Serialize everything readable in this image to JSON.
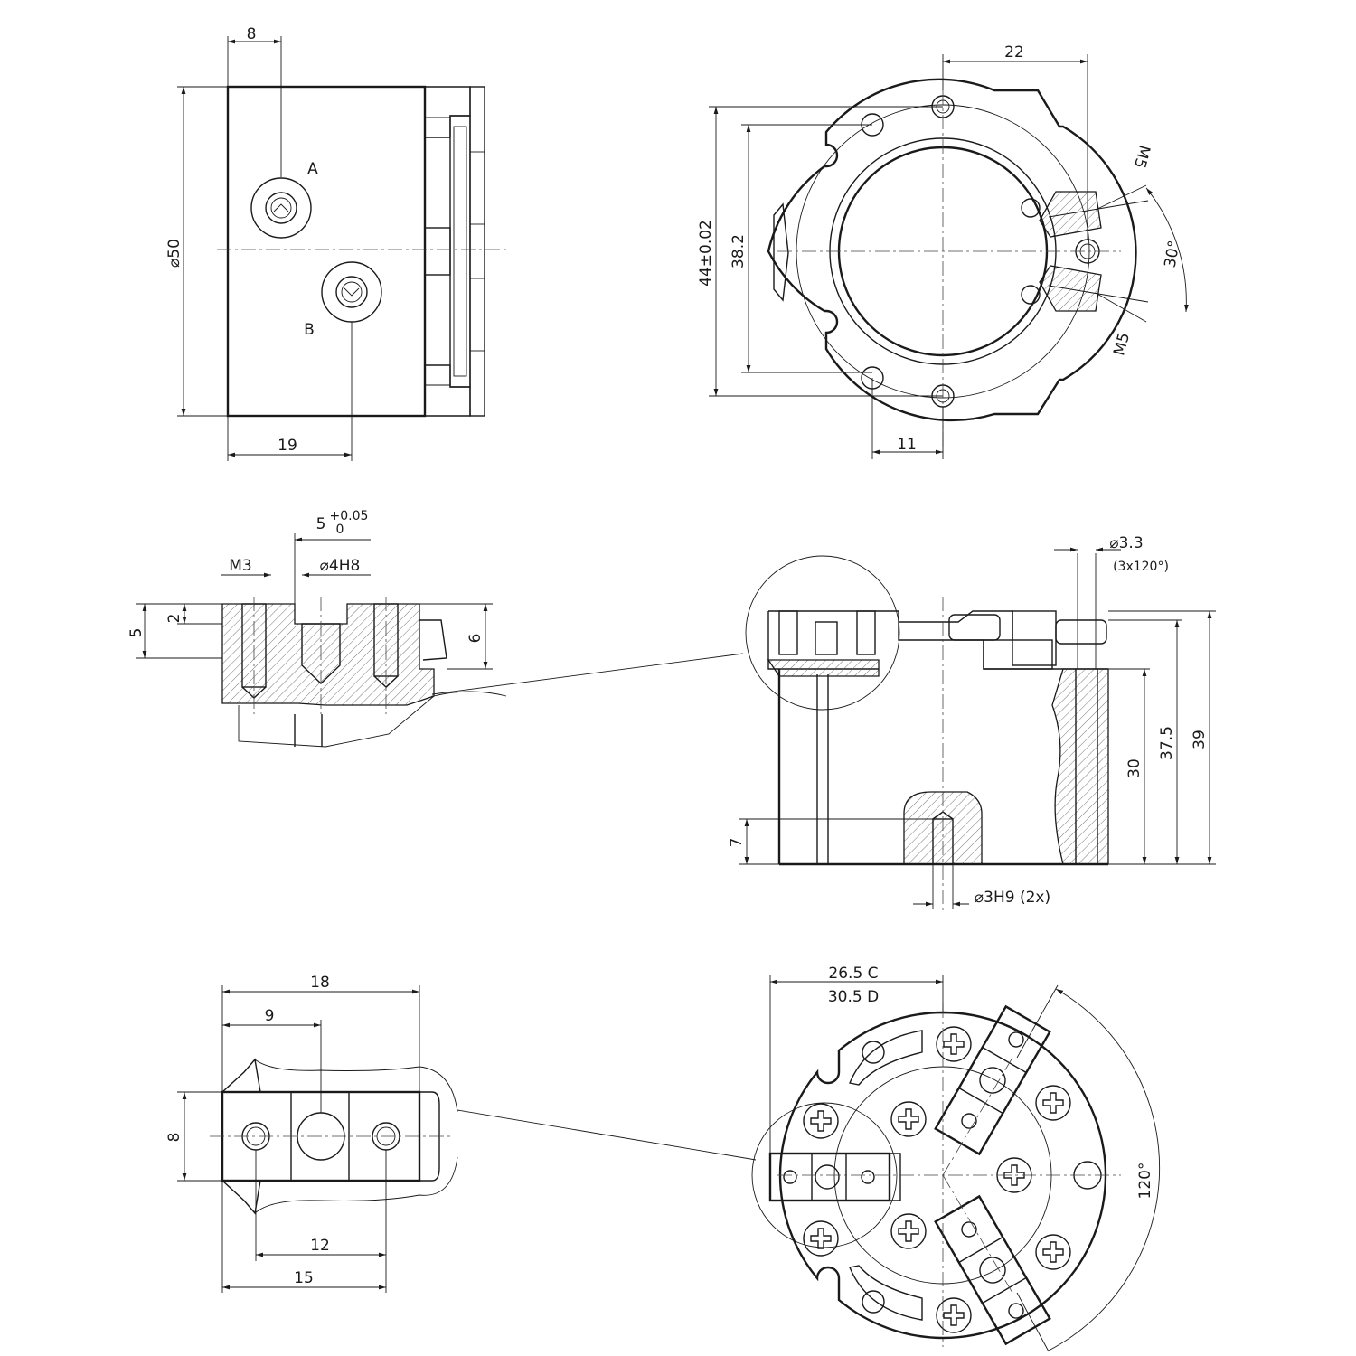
{
  "views": {
    "side": {
      "d8": "8",
      "d50": "⌀50",
      "d19": "19",
      "portA": "A",
      "portB": "B"
    },
    "top": {
      "d22": "22",
      "d44": "44±0.02",
      "d382": "38.2",
      "d11": "11",
      "m5a": "M5",
      "m5b": "M5",
      "a30": "30°"
    },
    "section": {
      "d5": "5",
      "tolUpper": "+0.05",
      "tolLower": "0",
      "m3": "M3",
      "d4h8": "⌀4H8",
      "d5v": "5",
      "d2": "2",
      "d6": "6"
    },
    "elevation": {
      "d33": "⌀3.3",
      "d3x120": "(3x120°)",
      "d39": "39",
      "d375": "37.5",
      "d30": "30",
      "d7": "7",
      "d3h9": "⌀3H9 (2x)"
    },
    "jaw": {
      "d18": "18",
      "d9": "9",
      "d8": "8",
      "d12": "12",
      "d15": "15"
    },
    "face": {
      "d265": "26.5 C",
      "d305": "30.5 D",
      "a120": "120°"
    }
  }
}
